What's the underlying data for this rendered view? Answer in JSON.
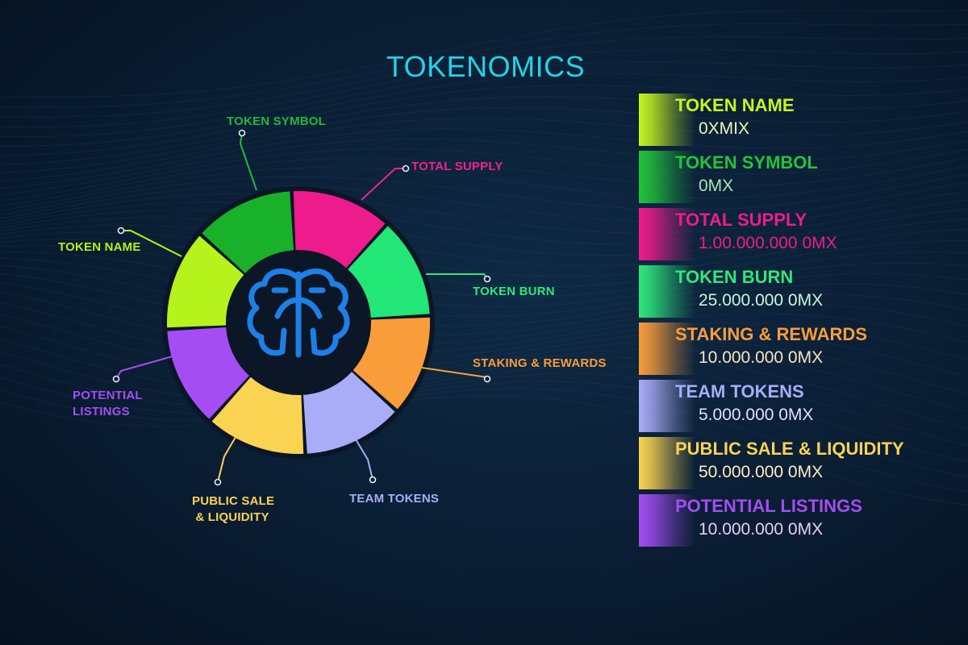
{
  "title": "TOKENOMICS",
  "colors": {
    "background": "#0a1d33",
    "title": "#23d3e6",
    "center_disc": "#0b1626",
    "logo": "#1e7fe6"
  },
  "logo_icon": "brain-icon",
  "chart_data": {
    "type": "pie",
    "style": "donut",
    "center_icon": "brain-icon",
    "segments": [
      {
        "label": "TOKEN SYMBOL",
        "color": "#19b02a"
      },
      {
        "label": "TOTAL SUPPLY",
        "color": "#ee1b8c"
      },
      {
        "label": "TOKEN BURN",
        "color": "#22e676"
      },
      {
        "label": "STAKING & REWARDS",
        "color": "#f99d3a"
      },
      {
        "label": "TEAM TOKENS",
        "color": "#a9acf7"
      },
      {
        "label": "PUBLIC SALE & LIQUIDITY",
        "color": "#fbd352"
      },
      {
        "label": "POTENTIAL LISTINGS",
        "color": "#a44df3"
      },
      {
        "label": "TOKEN NAME",
        "color": "#b6f21b"
      }
    ],
    "callouts": [
      {
        "lines": [
          "TOKEN SYMBOL"
        ],
        "color": "#22b83a"
      },
      {
        "lines": [
          "TOTAL SUPPLY"
        ],
        "color": "#f0238e"
      },
      {
        "lines": [
          "TOKEN BURN"
        ],
        "color": "#2ee87a"
      },
      {
        "lines": [
          "STAKING & REWARDS"
        ],
        "color": "#f99d3a"
      },
      {
        "lines": [
          "TEAM TOKENS"
        ],
        "color": "#a9acf7"
      },
      {
        "lines": [
          "PUBLIC SALE",
          "& LIQUIDITY"
        ],
        "color": "#fbd352"
      },
      {
        "lines": [
          "POTENTIAL",
          "LISTINGS"
        ],
        "color": "#a44df3"
      },
      {
        "lines": [
          "TOKEN NAME"
        ],
        "color": "#b6f21b"
      }
    ]
  },
  "panel": [
    {
      "name": "TOKEN NAME",
      "value": "0XMIX",
      "color": "#c6f51f",
      "value_color": "#e8f7b8"
    },
    {
      "name": "TOKEN SYMBOL",
      "value": "0MX",
      "color": "#22c43a",
      "value_color": "#a8e8b0"
    },
    {
      "name": "TOTAL SUPPLY",
      "value": "1.00.000.000 0MX",
      "color": "#ee1b8c",
      "value_color": "#ee1b8c"
    },
    {
      "name": "TOKEN BURN",
      "value": "25.000.000 0MX",
      "color": "#2ee87a",
      "value_color": "#c8f7da"
    },
    {
      "name": "STAKING & REWARDS",
      "value": "10.000.000 0MX",
      "color": "#f99d3a",
      "value_color": "#fbe3c5"
    },
    {
      "name": "TEAM TOKENS",
      "value": "5.000.000 0MX",
      "color": "#a9acf7",
      "value_color": "#e1e2fb"
    },
    {
      "name": "PUBLIC SALE & LIQUIDITY",
      "value": "50.000.000 0MX",
      "color": "#fbd352",
      "value_color": "#fbefc4"
    },
    {
      "name": "POTENTIAL LISTINGS",
      "value": "10.000.000 0MX",
      "color": "#a44df3",
      "value_color": "#e3cffb"
    }
  ]
}
